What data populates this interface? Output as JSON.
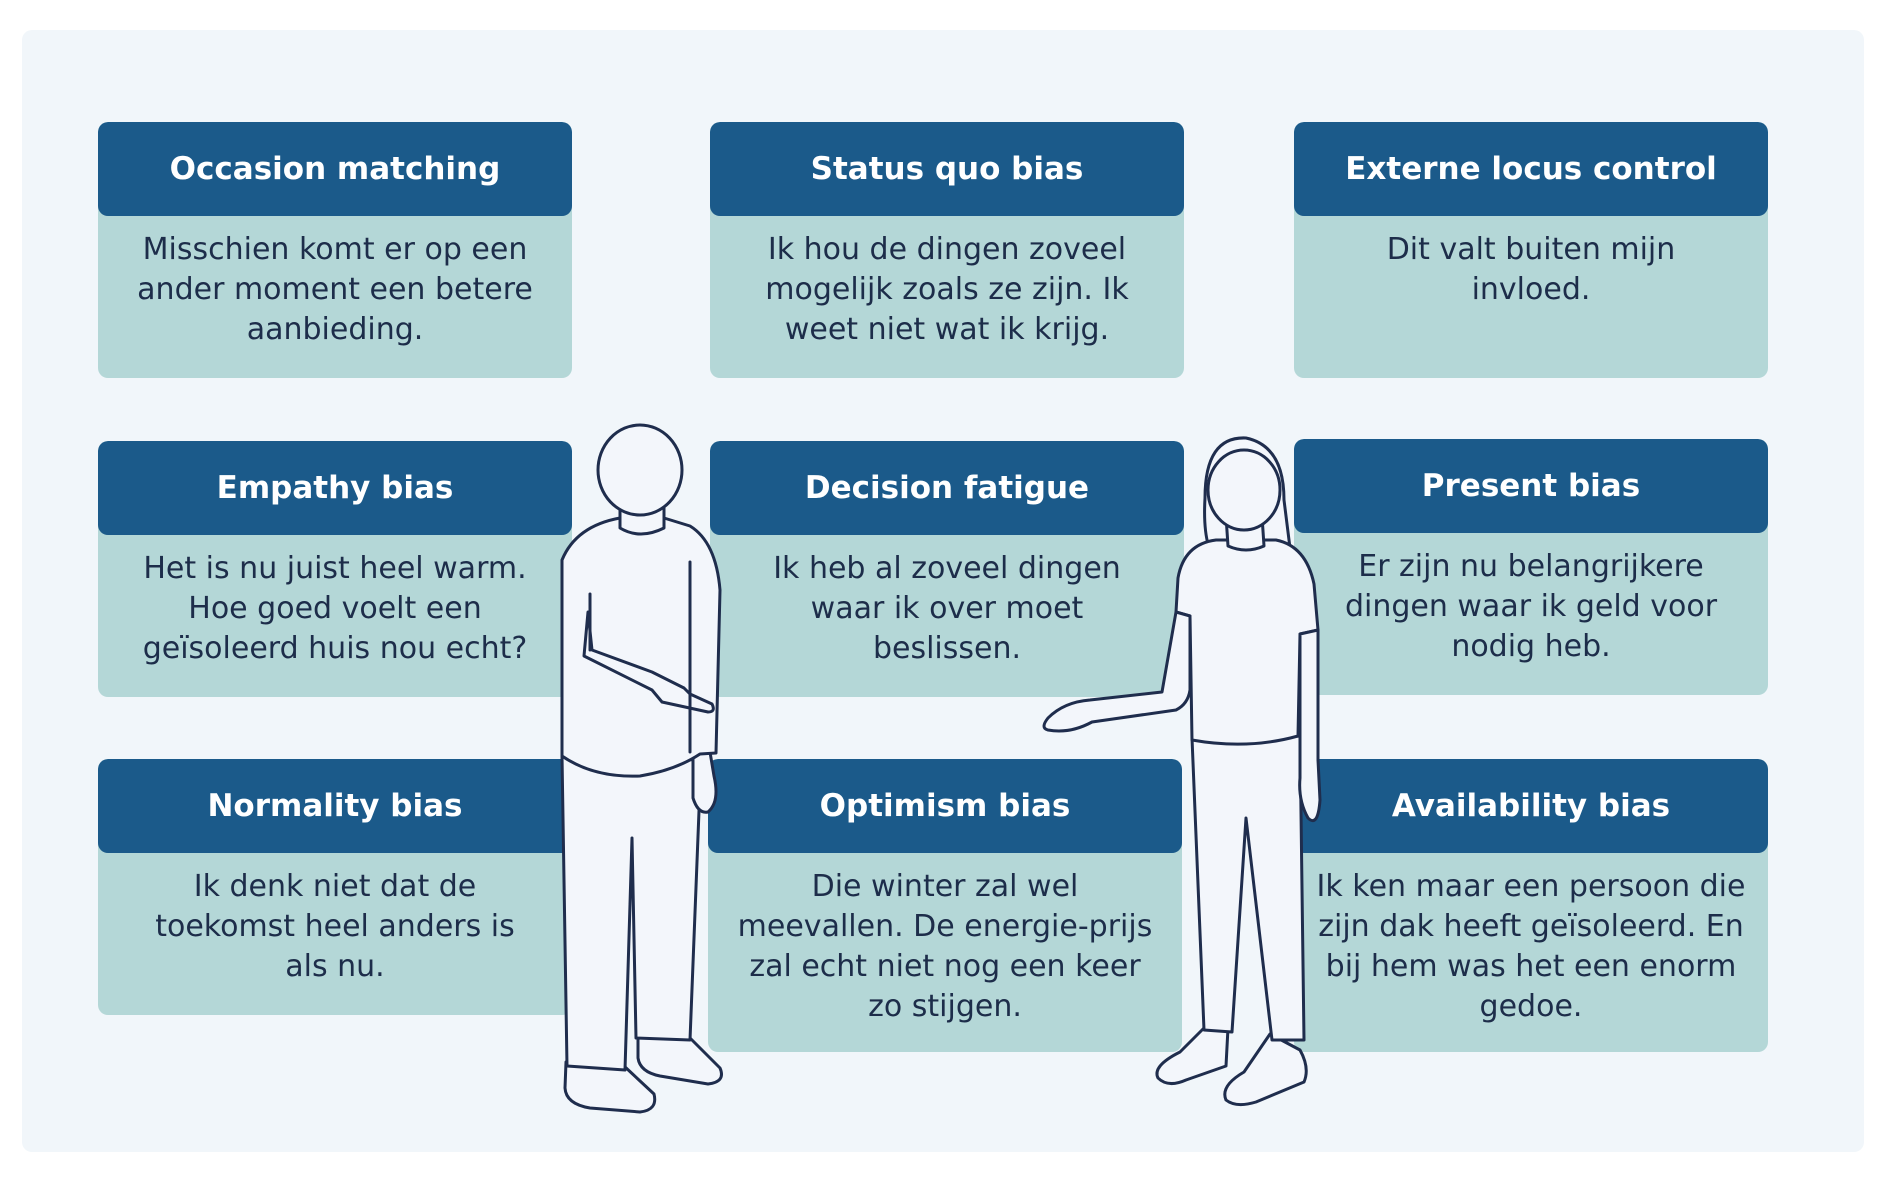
{
  "colors": {
    "header": "#1b5a8a",
    "card_body": "#b4d7d7",
    "background": "#f1f6fa",
    "body_text": "#1d2d4a",
    "figure_outline": "#1f2d4d"
  },
  "cards": [
    {
      "title": "Occasion matching",
      "text": "Misschien komt er op een ander moment een betere aanbieding."
    },
    {
      "title": "Status quo bias",
      "text": "Ik hou de dingen zoveel mogelijk zoals ze zijn. Ik weet niet wat ik krijg."
    },
    {
      "title": "Externe locus control",
      "text": "Dit valt buiten mijn invloed."
    },
    {
      "title": "Empathy bias",
      "text": "Het is nu juist heel warm. Hoe goed voelt een geïsoleerd huis nou echt?"
    },
    {
      "title": "Decision fatigue",
      "text": "Ik heb al zoveel dingen waar ik over moet beslissen."
    },
    {
      "title": "Present bias",
      "text": "Er zijn nu belangrijkere dingen waar ik geld voor nodig heb."
    },
    {
      "title": "Normality bias",
      "text": "Ik denk niet dat de toekomst heel anders is als nu."
    },
    {
      "title": "Optimism bias",
      "text": "Die winter zal wel meevallen. De energie-prijs zal echt niet nog een keer zo stijgen."
    },
    {
      "title": "Availability bias",
      "text": "Ik ken maar een persoon die zijn dak heeft geïsoleerd. En bij hem was het een enorm gedoe."
    }
  ]
}
